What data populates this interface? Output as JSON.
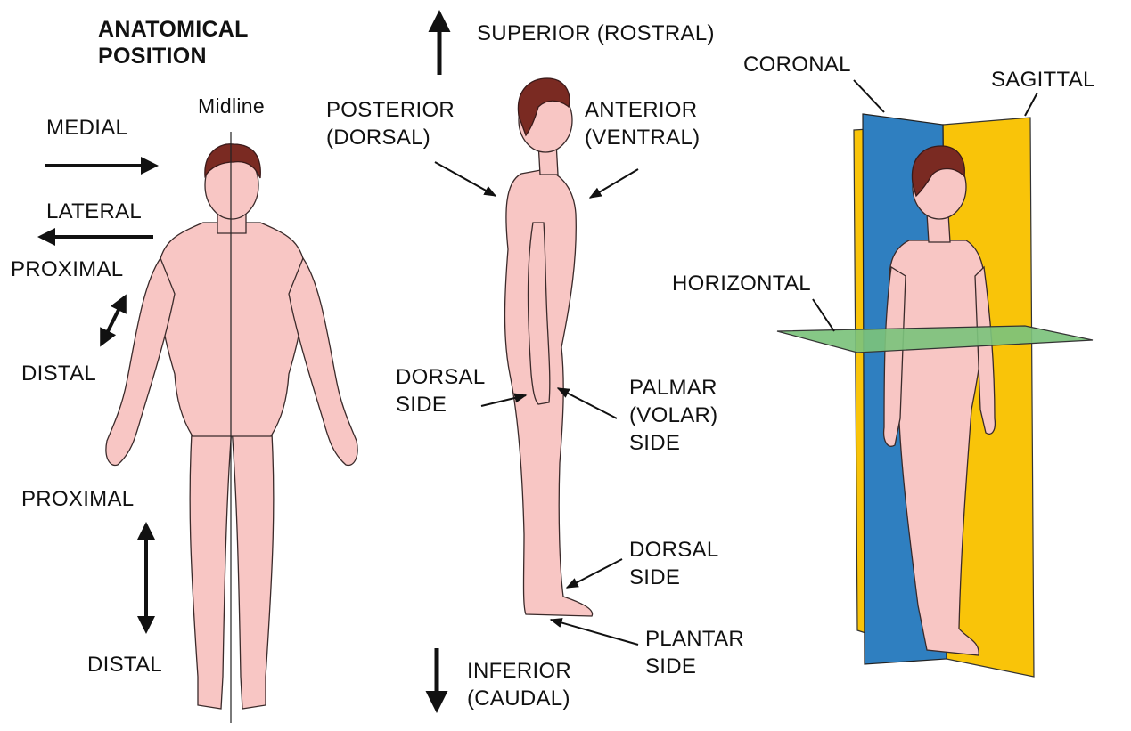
{
  "title": [
    "ANATOMICAL",
    "POSITION"
  ],
  "colors": {
    "skin": "#f8c6c4",
    "hair": "#7a2a22",
    "coronal_plane": "#2f7fc0",
    "sagittal_plane": "#f9c409",
    "horizontal_plane": "#7cc27c",
    "ink": "#111111"
  },
  "front_view": {
    "midline": "Midline",
    "medial": "MEDIAL",
    "lateral": "LATERAL",
    "upper_proximal": "PROXIMAL",
    "upper_distal": "DISTAL",
    "lower_proximal": "PROXIMAL",
    "lower_distal": "DISTAL"
  },
  "side_view": {
    "superior": "SUPERIOR (ROSTRAL)",
    "inferior": [
      "INFERIOR",
      "(CAUDAL)"
    ],
    "posterior": [
      "POSTERIOR",
      "(DORSAL)"
    ],
    "anterior": [
      "ANTERIOR",
      "(VENTRAL)"
    ],
    "dorsal_hand": [
      "DORSAL",
      "SIDE"
    ],
    "palmar": [
      "PALMAR",
      "(VOLAR)",
      "SIDE"
    ],
    "dorsal_foot": [
      "DORSAL",
      "SIDE"
    ],
    "plantar": [
      "PLANTAR",
      "SIDE"
    ]
  },
  "planes_view": {
    "coronal": "CORONAL",
    "sagittal": "SAGITTAL",
    "horizontal": "HORIZONTAL"
  }
}
